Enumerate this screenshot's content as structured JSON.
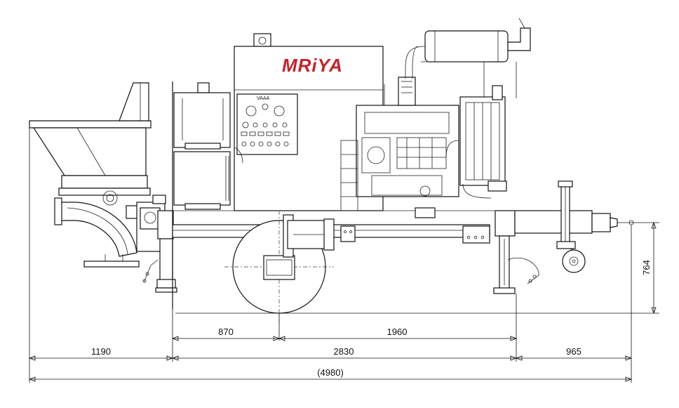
{
  "brand": {
    "name": "MRiYA",
    "color": "#c8202a"
  },
  "panel": {
    "label": "VAAA"
  },
  "dimensions": {
    "hopper_length": "1190",
    "frame_length": "2830",
    "drawbar_length": "965",
    "overall_length": "(4980)",
    "hopper_to_axle": "870",
    "axle_to_end": "1960",
    "hitch_height": "764"
  },
  "colors": {
    "line": "#111111",
    "brand": "#c8202a"
  }
}
